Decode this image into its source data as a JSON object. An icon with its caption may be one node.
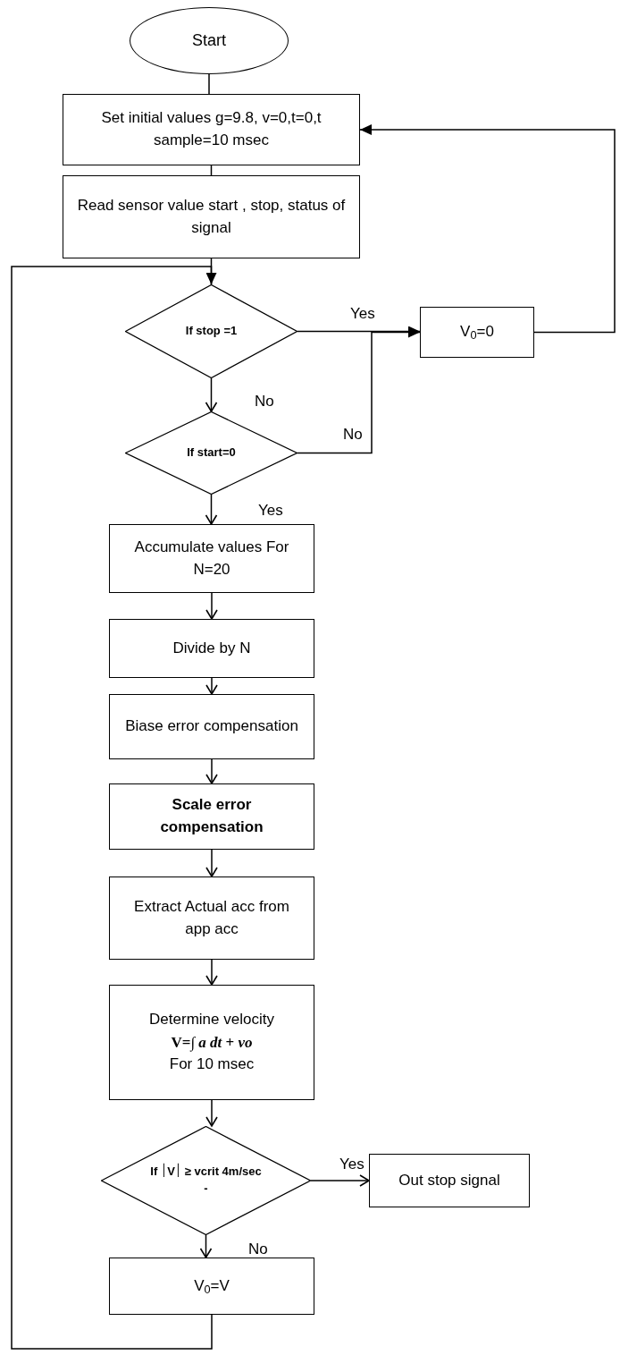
{
  "diagram": {
    "nodes": [
      {
        "text": [
          "Start"
        ]
      },
      {
        "text": [
          "Set initial values g=9.8, v=0,t=0,t sample=10 msec"
        ]
      },
      {
        "text": [
          "Read sensor value start , stop, status of signal"
        ]
      },
      {
        "text": [
          "If stop =1"
        ]
      },
      {
        "text": [
          "V$_{0}$=0"
        ]
      },
      {
        "text": [
          "If start=0"
        ]
      },
      {
        "text": [
          "Accumulate values For N=20"
        ]
      },
      {
        "text": [
          "Divide by N"
        ]
      },
      {
        "text": [
          "Biase  error compensation"
        ]
      },
      {
        "text": [
          "Scale error compensation"
        ]
      },
      {
        "text": [
          "Extract Actual acc from app acc"
        ]
      },
      {
        "text": [
          "Determine velocity",
          "V=∫ *a dt* + *vo*",
          "For 10 msec"
        ]
      },
      {
        "text": [
          "If ׀V׀ ≥ vcrit  4m/sec",
          "-"
        ]
      },
      {
        "text": [
          "Out stop signal"
        ]
      },
      {
        "text": [
          "V$_{0}$=V"
        ]
      }
    ],
    "edges": [
      {
        "from": 0,
        "to": 1,
        "arrow": "none"
      },
      {
        "from": 1,
        "to": 2,
        "arrow": "none"
      },
      {
        "from": 2,
        "to": 3,
        "arrow": "none"
      },
      {
        "from": 3,
        "to": 4,
        "arrow": "to",
        "label": "Yes"
      },
      {
        "from": 3,
        "to": 5,
        "arrow": "to",
        "label": "No"
      },
      {
        "from": 5,
        "to": 4,
        "arrow": "to",
        "label": "No"
      },
      {
        "from": 5,
        "to": 6,
        "arrow": "to",
        "label": "Yes"
      },
      {
        "from": 6,
        "to": 7,
        "arrow": "to"
      },
      {
        "from": 7,
        "to": 8,
        "arrow": "to"
      },
      {
        "from": 8,
        "to": 9,
        "arrow": "to"
      },
      {
        "from": 9,
        "to": 10,
        "arrow": "to"
      },
      {
        "from": 10,
        "to": 11,
        "arrow": "to"
      },
      {
        "from": 11,
        "to": 12,
        "arrow": "to"
      },
      {
        "from": 12,
        "to": 13,
        "arrow": "to",
        "label": "Yes"
      },
      {
        "from": 12,
        "to": 14,
        "arrow": "to",
        "label": "No"
      },
      {
        "from": 4,
        "to": 1,
        "arrow": "to"
      },
      {
        "from": 14,
        "to": 3,
        "arrow": "to"
      }
    ]
  }
}
